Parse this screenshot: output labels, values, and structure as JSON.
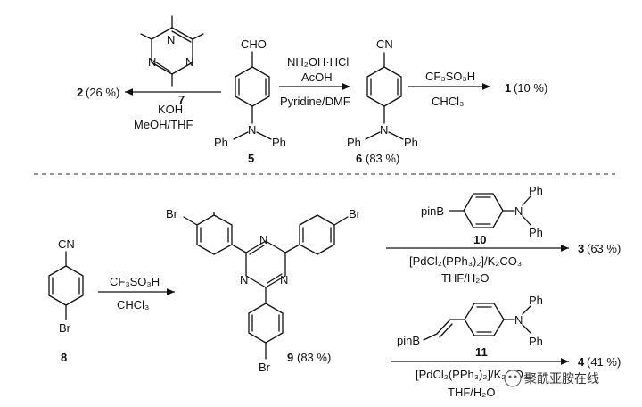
{
  "top_scheme": {
    "compound7_label": "7",
    "compound5_label": "5",
    "compound5_group": "CHO",
    "compound6_label": "6",
    "compound6_yield": "(83 %)",
    "compound6_group": "CN",
    "reagents_5_to_6_line1": "NH₂OH·HCl",
    "reagents_5_to_6_line2": "AcOH",
    "reagents_5_to_6_line3": "Pyridine/DMF",
    "reagents_5_to_2_line1": "KOH",
    "reagents_5_to_2_line2": "MeOH/THF",
    "product2_label": "2",
    "product2_yield": "(26 %)",
    "reagents_6_to_1_line1": "CF₃SO₃H",
    "reagents_6_to_1_line2": "CHCl₃",
    "product1_label": "1",
    "product1_yield": "(10 %)",
    "N": "N",
    "Ph": "Ph"
  },
  "bottom_scheme": {
    "compound8_label": "8",
    "compound8_top": "CN",
    "compound8_bottom": "Br",
    "reagents_8_to_9_line1": "CF₃SO₃H",
    "reagents_8_to_9_line2": "CHCl₃",
    "compound9_label": "9",
    "compound9_yield": "(83 %)",
    "Br": "Br",
    "N": "N",
    "compound10_label": "10",
    "compound10_pinB": "pinB",
    "reagents_9_to_3_line1": "[PdCl₂(PPh₃)₂]/K₂CO₃",
    "reagents_9_to_3_line2": "THF/H₂O",
    "product3_label": "3",
    "product3_yield": "(63 %)",
    "compound11_label": "11",
    "compound11_pinB": "pinB",
    "reagents_9_to_4_line1": "[PdCl₂(PPh₃)₂]/K₂CO₃",
    "reagents_9_to_4_line2": "THF/H₂O",
    "product4_label": "4",
    "product4_yield": "(41 %)"
  },
  "watermark": "聚酰亚胺在线"
}
